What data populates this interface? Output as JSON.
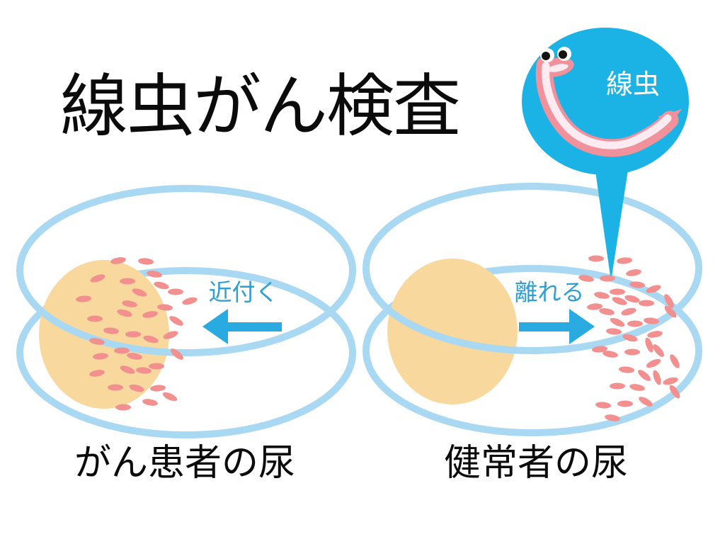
{
  "title": "線虫がん検査",
  "badge": {
    "label": "線虫"
  },
  "dishes": [
    {
      "id": "cancer-urine",
      "caption": "がん患者の尿",
      "behavior_label": "近付く",
      "arrow_direction": "left",
      "worms": [
        [
          167,
          368,
          -10
        ],
        [
          206,
          369,
          5
        ],
        [
          138,
          393,
          -20
        ],
        [
          218,
          387,
          10
        ],
        [
          180,
          397,
          0
        ],
        [
          228,
          403,
          15
        ],
        [
          118,
          422,
          -5
        ],
        [
          197,
          413,
          20
        ],
        [
          248,
          412,
          0
        ],
        [
          183,
          429,
          10
        ],
        [
          268,
          425,
          -15
        ],
        [
          233,
          434,
          5
        ],
        [
          134,
          450,
          0
        ],
        [
          176,
          442,
          15
        ],
        [
          212,
          444,
          -10
        ],
        [
          249,
          453,
          30
        ],
        [
          157,
          467,
          5
        ],
        [
          188,
          472,
          0
        ],
        [
          241,
          473,
          -20
        ],
        [
          137,
          482,
          10
        ],
        [
          213,
          479,
          15
        ],
        [
          172,
          495,
          0
        ],
        [
          250,
          500,
          40
        ],
        [
          142,
          503,
          -5
        ],
        [
          190,
          503,
          10
        ],
        [
          221,
          517,
          0
        ],
        [
          180,
          522,
          20
        ],
        [
          137,
          527,
          -10
        ],
        [
          203,
          523,
          5
        ],
        [
          163,
          547,
          0
        ],
        [
          193,
          548,
          15
        ],
        [
          223,
          548,
          -5
        ],
        [
          212,
          568,
          10
        ],
        [
          174,
          575,
          0
        ],
        [
          240,
          560,
          25
        ]
      ]
    },
    {
      "id": "healthy-urine",
      "caption": "健常者の尿",
      "behavior_label": "離れる",
      "arrow_direction": "right",
      "worms": [
        [
          842,
          365,
          0
        ],
        [
          882,
          368,
          -5
        ],
        [
          828,
          393,
          10
        ],
        [
          858,
          393,
          0
        ],
        [
          895,
          385,
          -10
        ],
        [
          900,
          402,
          5
        ],
        [
          923,
          408,
          -20
        ],
        [
          850,
          417,
          10
        ],
        [
          872,
          412,
          0
        ],
        [
          893,
          422,
          15
        ],
        [
          840,
          433,
          -5
        ],
        [
          875,
          425,
          20
        ],
        [
          913,
          428,
          0
        ],
        [
          945,
          425,
          60
        ],
        [
          857,
          440,
          10
        ],
        [
          888,
          440,
          -15
        ],
        [
          920,
          453,
          5
        ],
        [
          947,
          440,
          45
        ],
        [
          872,
          455,
          25
        ],
        [
          897,
          457,
          0
        ],
        [
          925,
          472,
          -10
        ],
        [
          867,
          468,
          5
        ],
        [
          890,
          477,
          15
        ],
        [
          917,
          487,
          70
        ],
        [
          847,
          493,
          -5
        ],
        [
          862,
          500,
          10
        ],
        [
          893,
          497,
          0
        ],
        [
          930,
          495,
          50
        ],
        [
          885,
          522,
          5
        ],
        [
          923,
          513,
          -25
        ],
        [
          953,
          510,
          60
        ],
        [
          910,
          530,
          40
        ],
        [
          928,
          533,
          70
        ],
        [
          872,
          545,
          0
        ],
        [
          900,
          547,
          10
        ],
        [
          947,
          538,
          -15
        ],
        [
          852,
          572,
          5
        ],
        [
          883,
          570,
          0
        ],
        [
          912,
          567,
          30
        ],
        [
          953,
          553,
          55
        ],
        [
          865,
          590,
          10
        ]
      ]
    }
  ],
  "colors": {
    "arrow_cyan": "#29abe2",
    "badge_cyan": "#1bb3e6",
    "dish_stroke": "#a9d8f3",
    "urine_blob": "#f9d89e",
    "worm_dot": "#f2908f",
    "worm_body": "#f0919b",
    "worm_belly": "#fdebf2",
    "behavior_text_blue": "#2f9ed1",
    "text_black": "#0b0b0b"
  }
}
